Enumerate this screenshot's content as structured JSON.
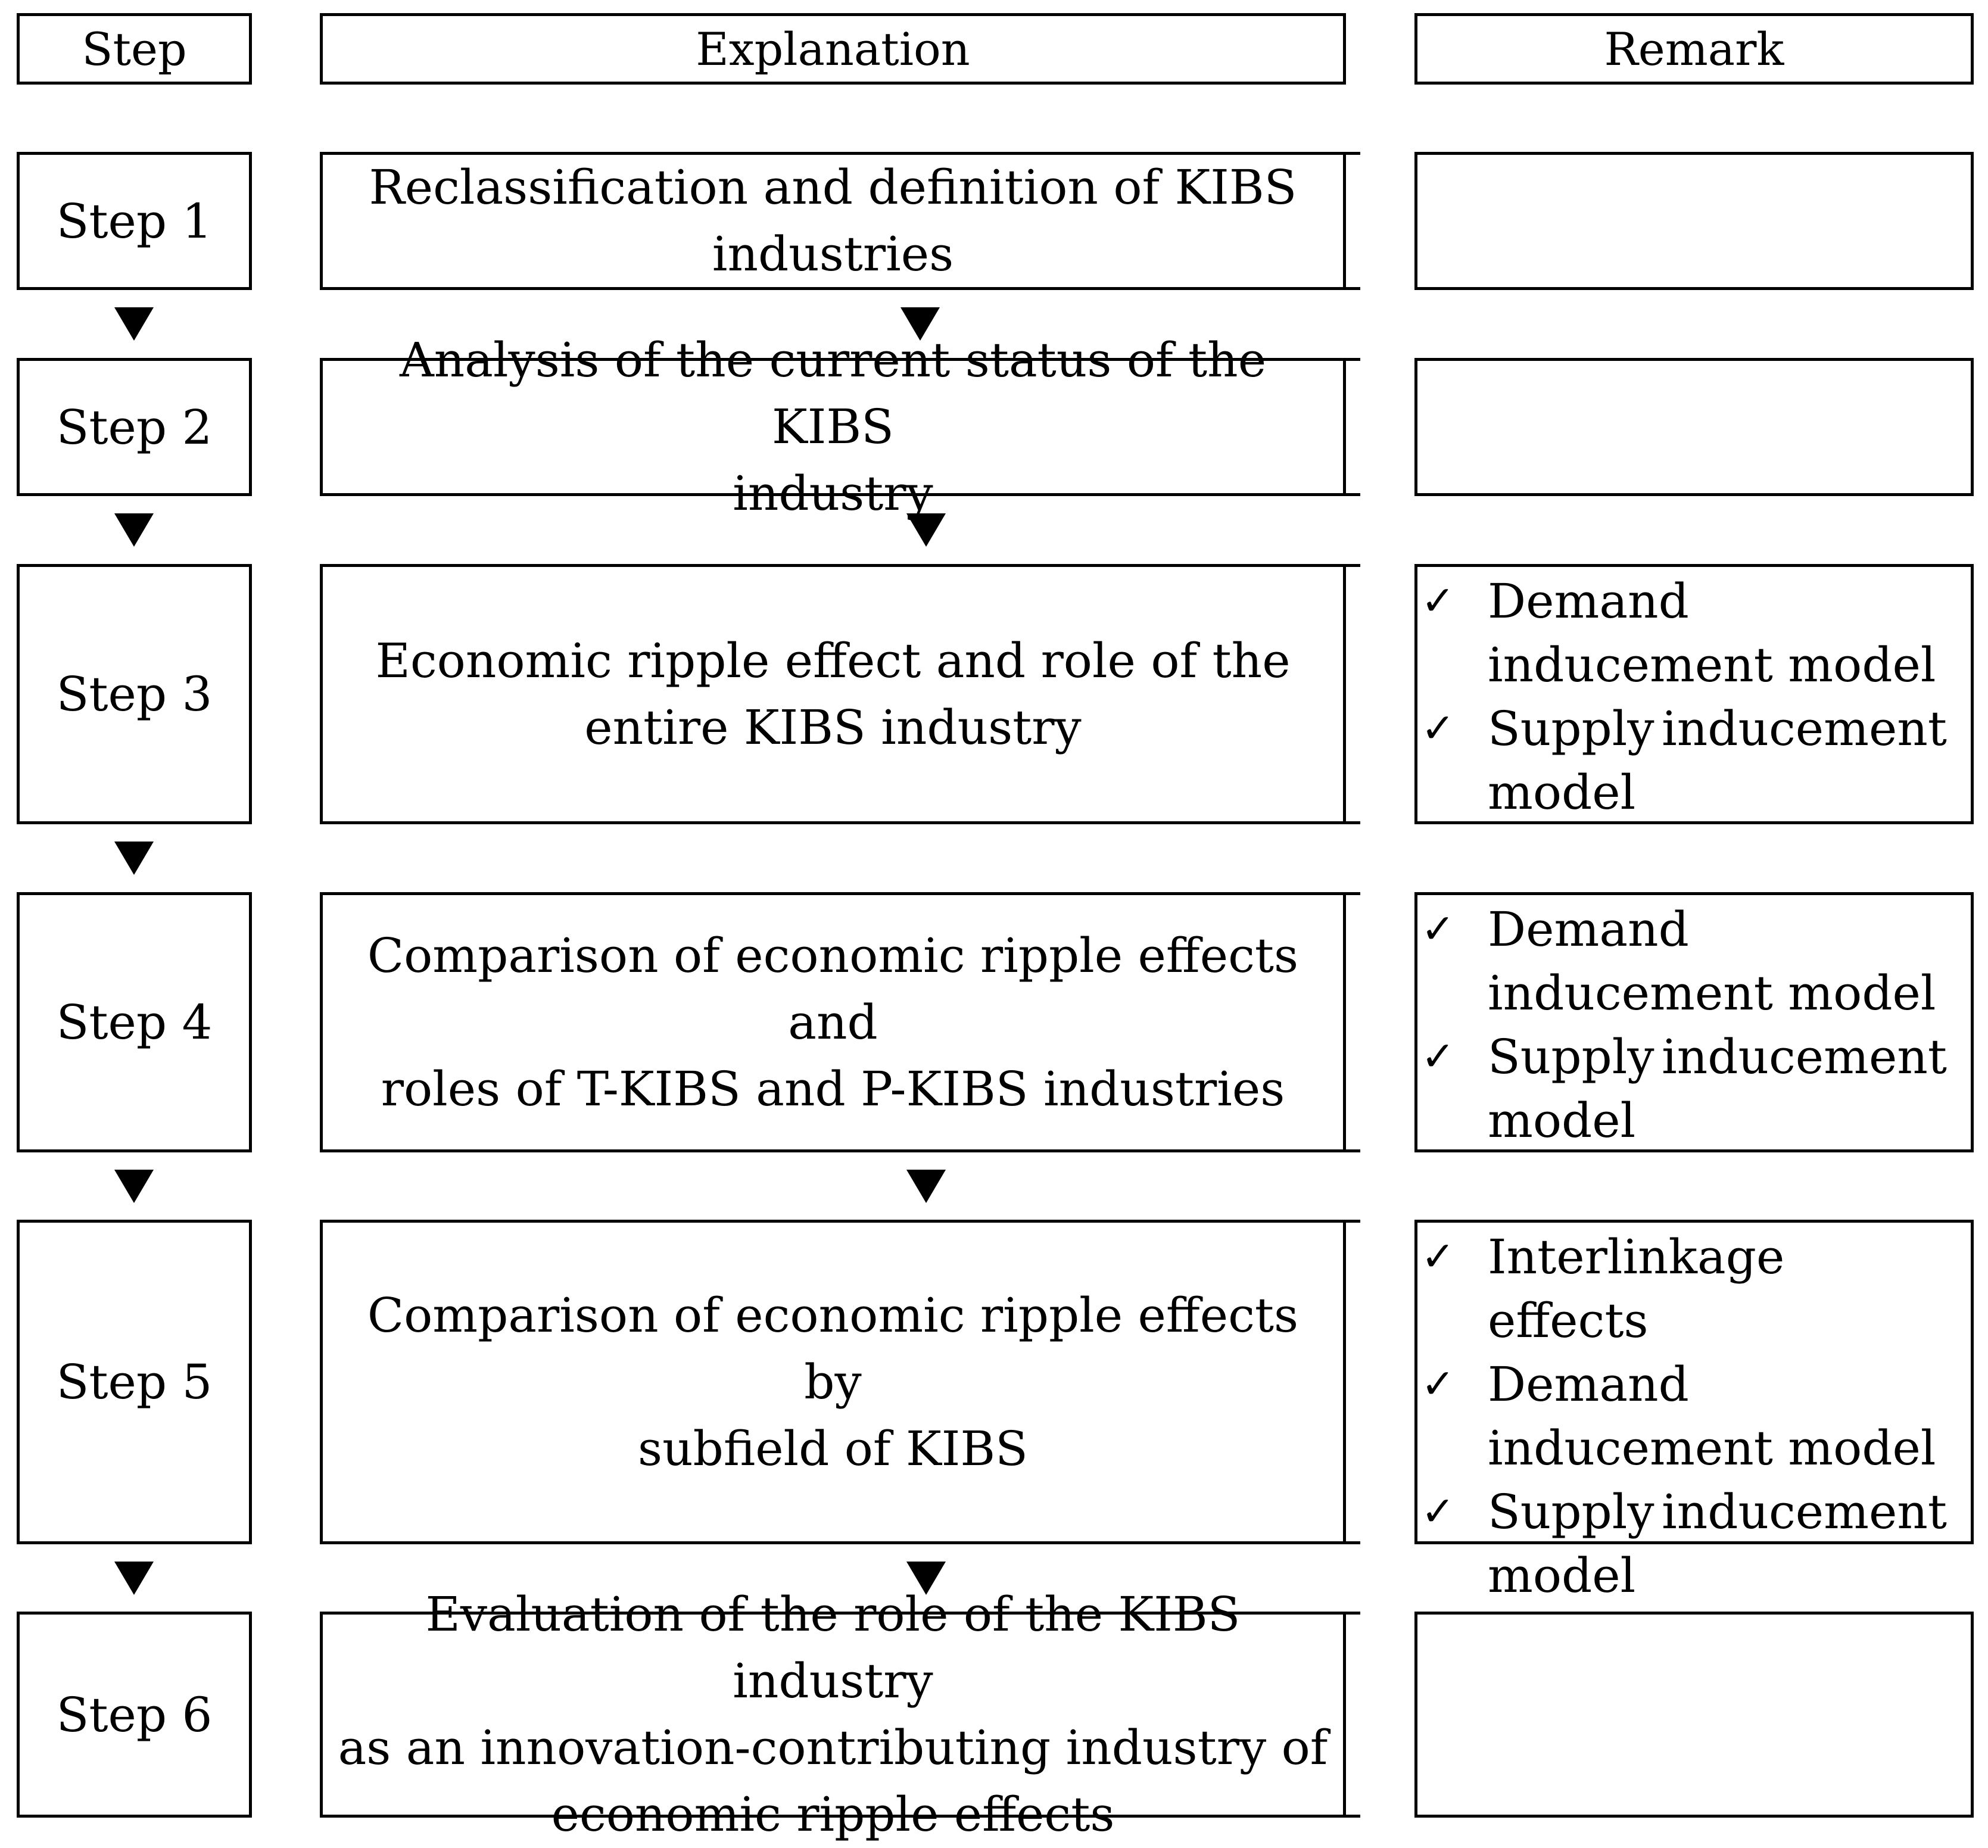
{
  "headers": {
    "step": "Step",
    "explanation": "Explanation",
    "remark": "Remark"
  },
  "check_mark": "✓",
  "steps": [
    {
      "label": "Step 1",
      "explanation": [
        "Reclassification and definition of KIBS",
        "industries"
      ],
      "remarks": []
    },
    {
      "label": "Step 2",
      "explanation": [
        "Analysis of the current status of the KIBS",
        "industry"
      ],
      "remarks": []
    },
    {
      "label": "Step 3",
      "explanation": [
        "Economic ripple effect and role of the",
        "entire KIBS industry"
      ],
      "remarks": [
        [
          "Demand",
          "inducement model"
        ],
        [
          "Supply   inducement",
          "model"
        ]
      ]
    },
    {
      "label": "Step 4",
      "explanation": [
        "Comparison of economic ripple effects and",
        "roles of T-KIBS and P-KIBS industries"
      ],
      "remarks": [
        [
          "Demand",
          "inducement model"
        ],
        [
          "Supply   inducement",
          "model"
        ]
      ]
    },
    {
      "label": "Step 5",
      "explanation": [
        "Comparison of economic ripple effects by",
        "subfield of KIBS"
      ],
      "remarks": [
        [
          "Interlinkage effects"
        ],
        [
          "Demand",
          "inducement model"
        ],
        [
          "Supply   inducement",
          "model"
        ]
      ]
    },
    {
      "label": "Step 6",
      "explanation": [
        "Evaluation of the role of the KIBS industry",
        "as an innovation-contributing industry of",
        "economic ripple effects"
      ],
      "remarks": []
    }
  ]
}
